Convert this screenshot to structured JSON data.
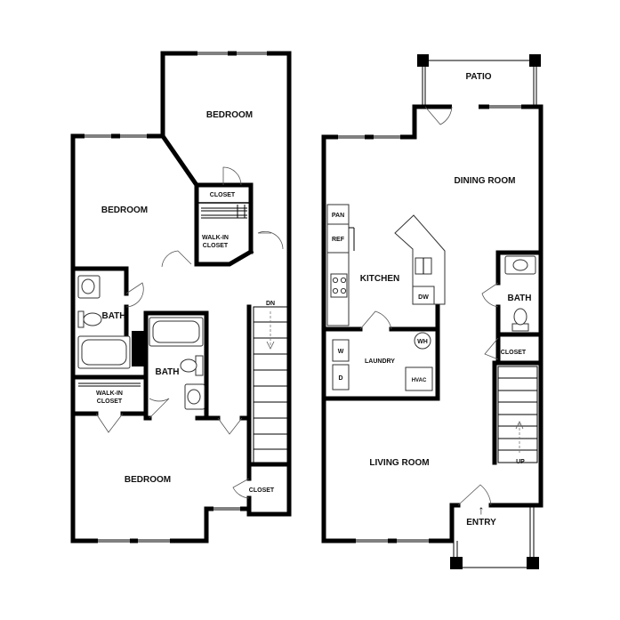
{
  "upper_floor": {
    "rooms": {
      "bedroom_top": "BEDROOM",
      "bedroom_left": "BEDROOM",
      "bedroom_bottom": "BEDROOM",
      "closet_top": "CLOSET",
      "walkin_top_line1": "WALK-IN",
      "walkin_top_line2": "CLOSET",
      "bath_left": "BATH",
      "bath_mid": "BATH",
      "walkin_bottom_line1": "WALK-IN",
      "walkin_bottom_line2": "CLOSET",
      "closet_bottom": "CLOSET"
    },
    "stair_label": "DN"
  },
  "lower_floor": {
    "rooms": {
      "patio": "PATIO",
      "dining": "DINING ROOM",
      "kitchen": "KITCHEN",
      "pantry": "PAN",
      "refrigerator": "REF",
      "dishwasher": "DW",
      "water_heater": "WH",
      "laundry": "LAUNDRY",
      "washer": "W",
      "dryer": "D",
      "hvac": "HVAC",
      "bath": "BATH",
      "closet": "CLOSET",
      "living": "LIVING ROOM",
      "entry": "ENTRY"
    },
    "stair_label": "UP",
    "entry_arrow": "↑"
  }
}
